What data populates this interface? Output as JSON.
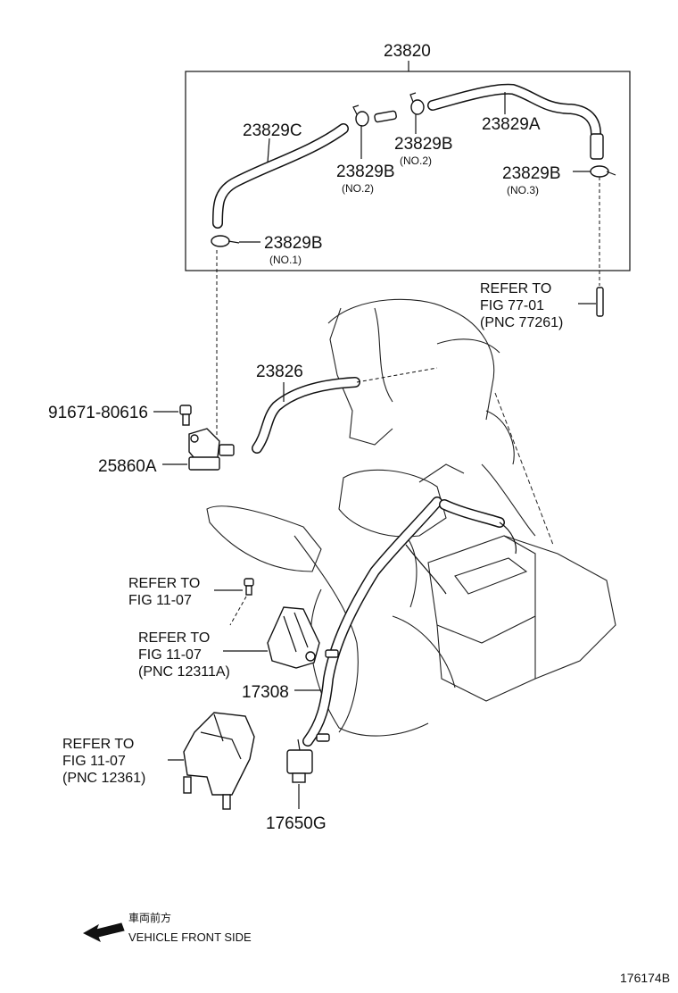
{
  "callouts": {
    "c23820": "23820",
    "c23829c": "23829C",
    "c23829a": "23829A",
    "c23829b_no2_left": "23829B",
    "no2_left": "(NO.2)",
    "c23829b_no2_mid": "23829B",
    "no2_mid": "(NO.2)",
    "c23829b_no3": "23829B",
    "no3": "(NO.3)",
    "c23829b_no1": "23829B",
    "no1": "(NO.1)",
    "c23826": "23826",
    "c91671": "91671-80616",
    "c25860a": "25860A",
    "c17308": "17308",
    "c17650g": "17650G"
  },
  "references": {
    "fig77": {
      "l1": "REFER TO",
      "l2": "FIG 77-01",
      "l3": "(PNC 77261)"
    },
    "fig11_bolt": {
      "l1": "REFER TO",
      "l2": "FIG 11-07"
    },
    "fig11_a": {
      "l1": "REFER TO",
      "l2": "FIG 11-07",
      "l3": "(PNC 12311A)"
    },
    "fig11_b": {
      "l1": "REFER TO",
      "l2": "FIG 11-07",
      "l3": "(PNC 12361)"
    }
  },
  "legend": {
    "jp": "車両前方",
    "en": "VEHICLE FRONT SIDE",
    "icon": "arrow-left-icon"
  },
  "figure_id": "176174B"
}
